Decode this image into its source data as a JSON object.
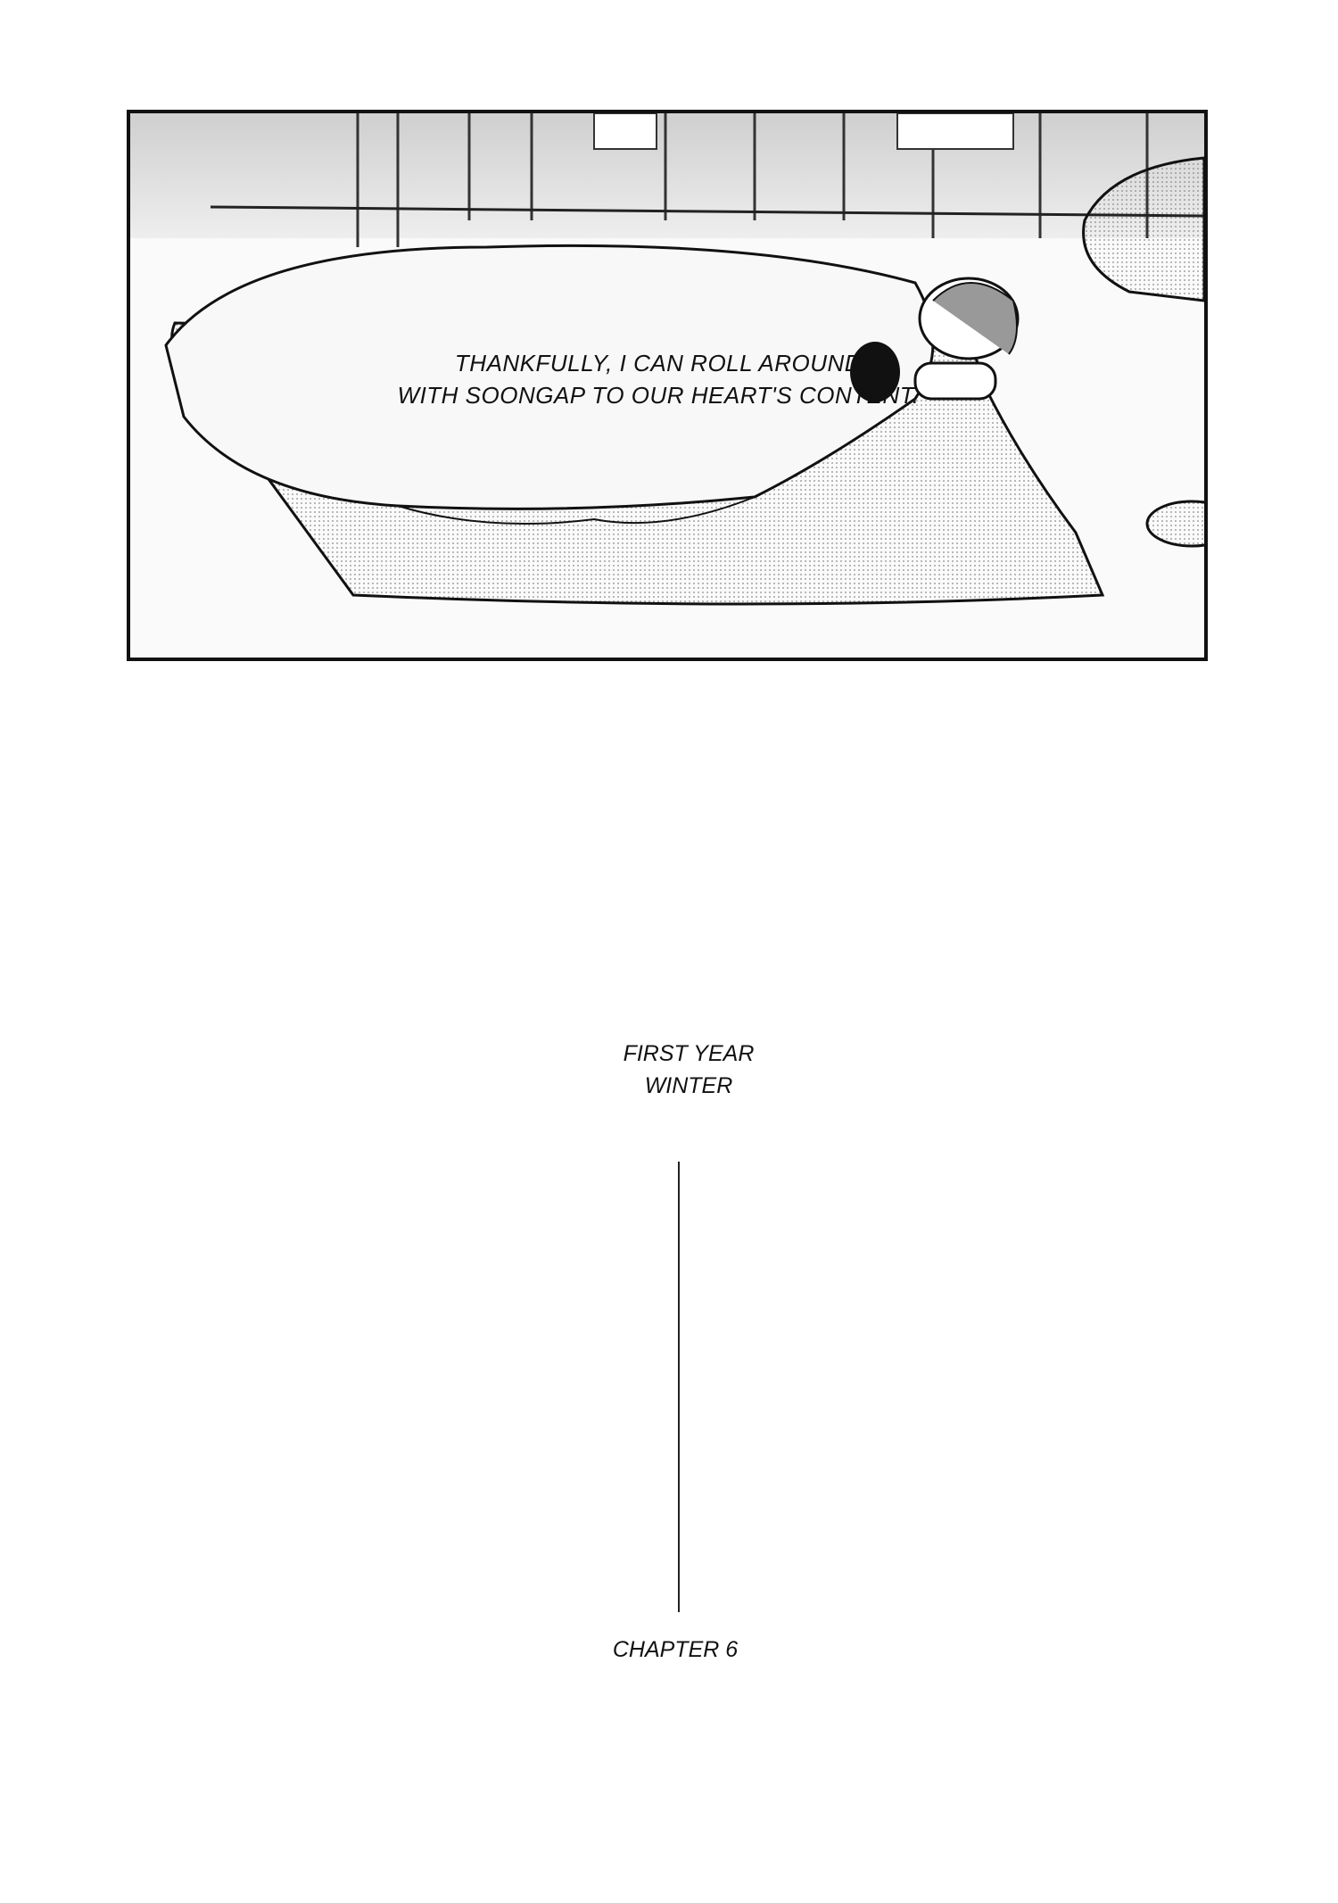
{
  "panel": {
    "caption_lines": [
      "THANKFULLY, I CAN ROLL AROUND",
      "WITH SOONGAP TO OUR HEART'S CONTENT."
    ]
  },
  "chapter_title": {
    "season_lines": [
      "FIRST YEAR",
      "WINTER"
    ],
    "chapter": "CHAPTER 6"
  },
  "colors": {
    "ink": "#111111",
    "paper": "#ffffff",
    "tone": "#d8d8d8"
  }
}
